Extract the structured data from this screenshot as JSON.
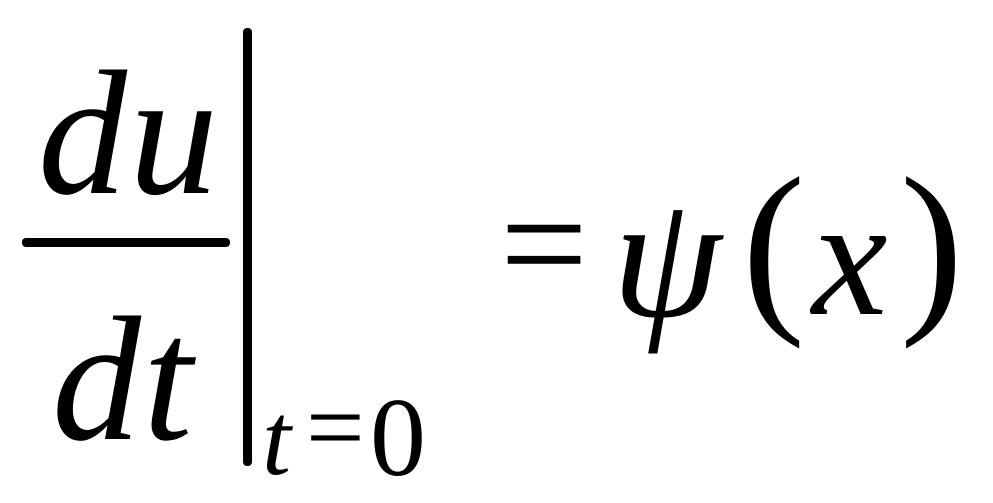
{
  "formula": {
    "numerator": "du",
    "denominator": "dt",
    "subscript": {
      "variable": "t",
      "equals": "=",
      "value": "0"
    },
    "equals": "=",
    "function": "ψ",
    "open_paren": "(",
    "argument": "x",
    "close_paren": ")"
  }
}
